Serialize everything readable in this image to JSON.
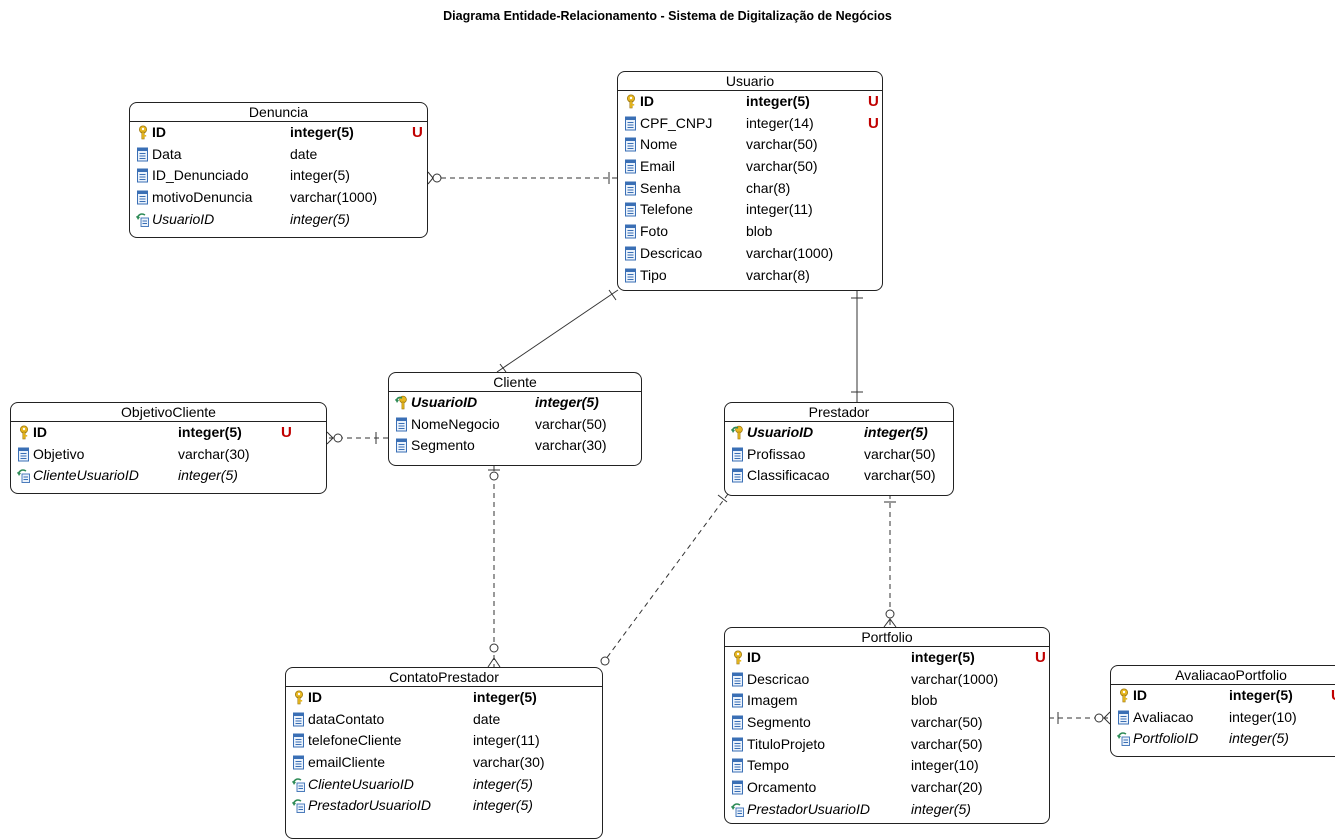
{
  "title": "Diagrama Entidade-Relacionamento -  Sistema de Digitalização de Negócios",
  "entities": {
    "usuario": {
      "name": "Usuario",
      "columns": [
        {
          "name": "ID",
          "type": "integer(5)",
          "kind": "pk",
          "unique": "U"
        },
        {
          "name": "CPF_CNPJ",
          "type": "integer(14)",
          "kind": "col",
          "unique": "U"
        },
        {
          "name": "Nome",
          "type": "varchar(50)",
          "kind": "col"
        },
        {
          "name": "Email",
          "type": "varchar(50)",
          "kind": "col"
        },
        {
          "name": "Senha",
          "type": "char(8)",
          "kind": "col"
        },
        {
          "name": "Telefone",
          "type": "integer(11)",
          "kind": "col"
        },
        {
          "name": "Foto",
          "type": "blob",
          "kind": "col"
        },
        {
          "name": "Descricao",
          "type": "varchar(1000)",
          "kind": "col"
        },
        {
          "name": "Tipo",
          "type": "varchar(8)",
          "kind": "col"
        }
      ]
    },
    "denuncia": {
      "name": "Denuncia",
      "columns": [
        {
          "name": "ID",
          "type": "integer(5)",
          "kind": "pk",
          "unique": "U"
        },
        {
          "name": "Data",
          "type": "date",
          "kind": "col"
        },
        {
          "name": "ID_Denunciado",
          "type": "integer(5)",
          "kind": "col"
        },
        {
          "name": "motivoDenuncia",
          "type": "varchar(1000)",
          "kind": "col"
        },
        {
          "name": "UsuarioID",
          "type": "integer(5)",
          "kind": "fk"
        }
      ]
    },
    "cliente": {
      "name": "Cliente",
      "columns": [
        {
          "name": "UsuarioID",
          "type": "integer(5)",
          "kind": "pkfk"
        },
        {
          "name": "NomeNegocio",
          "type": "varchar(50)",
          "kind": "col"
        },
        {
          "name": "Segmento",
          "type": "varchar(30)",
          "kind": "col"
        }
      ]
    },
    "objetivo_cliente": {
      "name": "ObjetivoCliente",
      "columns": [
        {
          "name": "ID",
          "type": "integer(5)",
          "kind": "pk",
          "unique": "U"
        },
        {
          "name": "Objetivo",
          "type": "varchar(30)",
          "kind": "col"
        },
        {
          "name": "ClienteUsuarioID",
          "type": "integer(5)",
          "kind": "fk"
        }
      ]
    },
    "prestador": {
      "name": "Prestador",
      "columns": [
        {
          "name": "UsuarioID",
          "type": "integer(5)",
          "kind": "pkfk"
        },
        {
          "name": "Profissao",
          "type": "varchar(50)",
          "kind": "col"
        },
        {
          "name": "Classificacao",
          "type": "varchar(50)",
          "kind": "col"
        }
      ]
    },
    "contato_prestador": {
      "name": "ContatoPrestador",
      "columns": [
        {
          "name": "ID",
          "type": "integer(5)",
          "kind": "pk"
        },
        {
          "name": "dataContato",
          "type": "date",
          "kind": "col"
        },
        {
          "name": "telefoneCliente",
          "type": "integer(11)",
          "kind": "col"
        },
        {
          "name": "emailCliente",
          "type": "varchar(30)",
          "kind": "col"
        },
        {
          "name": "ClienteUsuarioID",
          "type": "integer(5)",
          "kind": "fk"
        },
        {
          "name": "PrestadorUsuarioID",
          "type": "integer(5)",
          "kind": "fk"
        }
      ]
    },
    "portfolio": {
      "name": "Portfolio",
      "columns": [
        {
          "name": "ID",
          "type": "integer(5)",
          "kind": "pk",
          "unique": "U"
        },
        {
          "name": "Descricao",
          "type": "varchar(1000)",
          "kind": "col"
        },
        {
          "name": "Imagem",
          "type": "blob",
          "kind": "col"
        },
        {
          "name": "Segmento",
          "type": "varchar(50)",
          "kind": "col"
        },
        {
          "name": "TituloProjeto",
          "type": "varchar(50)",
          "kind": "col"
        },
        {
          "name": "Tempo",
          "type": "integer(10)",
          "kind": "col"
        },
        {
          "name": "Orcamento",
          "type": "varchar(20)",
          "kind": "col"
        },
        {
          "name": "PrestadorUsuarioID",
          "type": "integer(5)",
          "kind": "fk"
        }
      ]
    },
    "avaliacao_portfolio": {
      "name": "AvaliacaoPortfolio",
      "columns": [
        {
          "name": "ID",
          "type": "integer(5)",
          "kind": "pk",
          "unique": "U"
        },
        {
          "name": "Avaliacao",
          "type": "integer(10)",
          "kind": "col"
        },
        {
          "name": "PortfolioID",
          "type": "integer(5)",
          "kind": "fk"
        }
      ]
    }
  },
  "colors": {
    "line": "#333333",
    "unique": "#c00000",
    "key": "#e8b820",
    "column": "#3a6fb5",
    "fk_arrow": "#2e8b57"
  }
}
